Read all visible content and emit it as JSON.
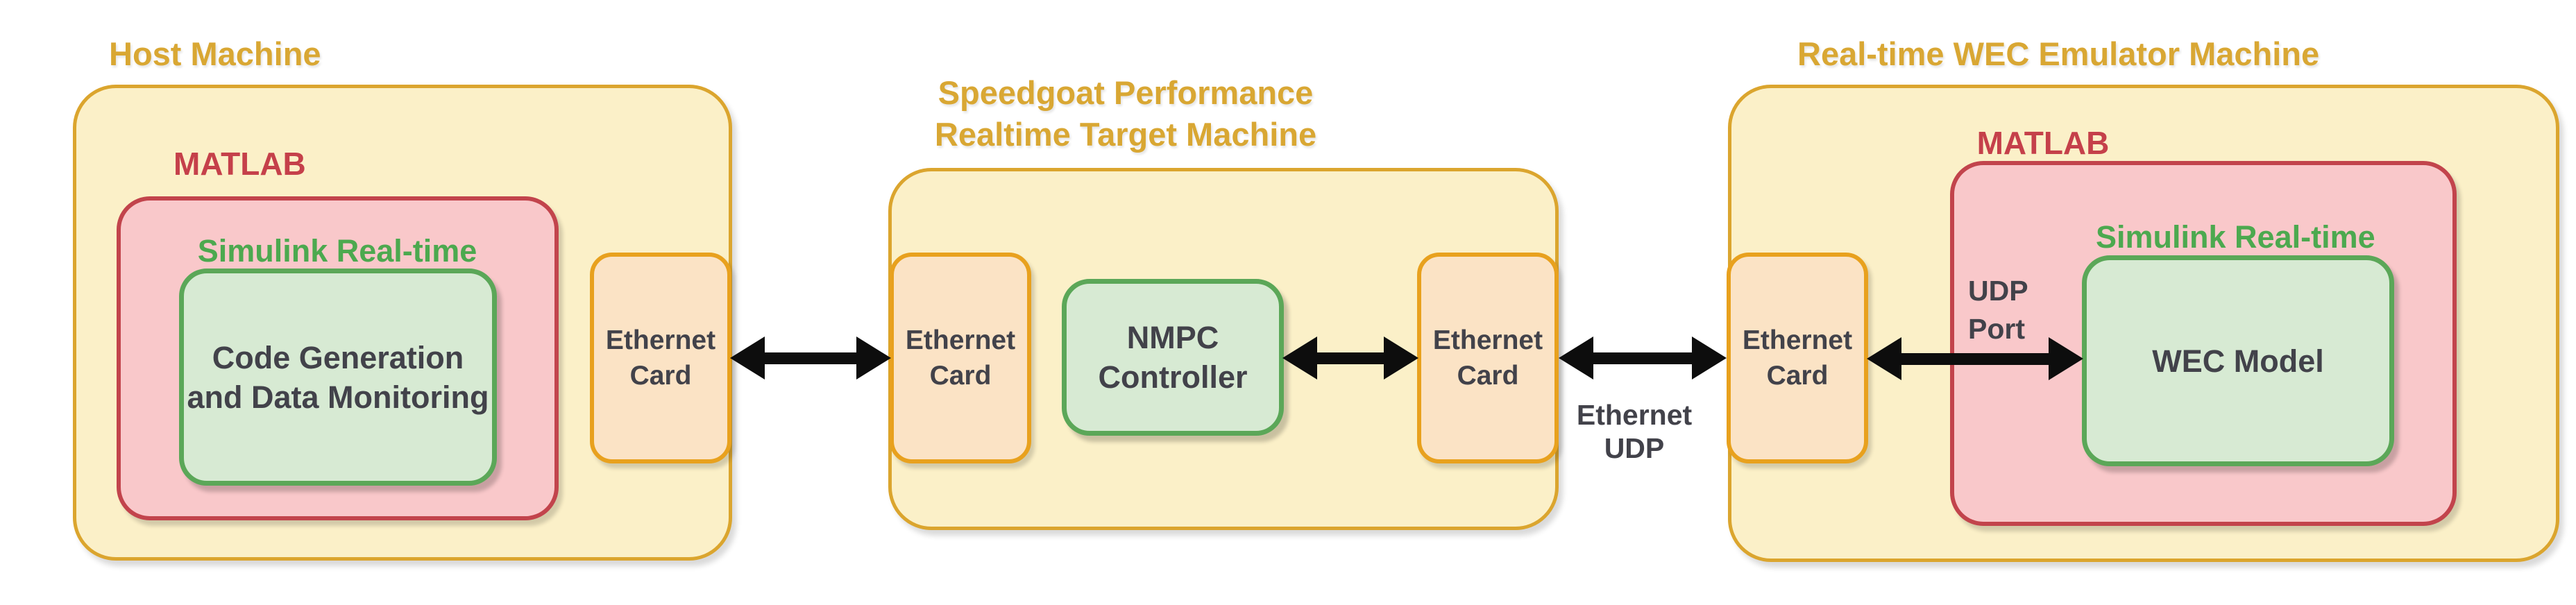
{
  "colors": {
    "page_bg": "#FFFFFF",
    "machine_fill": "#FBF0C8",
    "machine_border": "#DBA52E",
    "title_text": "#D9A733",
    "matlab_text": "#C5404A",
    "matlab_fill": "#F9C8CA",
    "matlab_border": "#C2444C",
    "simulink_text": "#4CA94F",
    "simulink_fill": "#D7EAD3",
    "simulink_border": "#5BA758",
    "card_fill": "#FBE3C5",
    "card_border": "#E8A11E",
    "label_text": "#42424A",
    "arrow_color": "#0D0D0D"
  },
  "host": {
    "title": "Host Machine",
    "matlab_label": "MATLAB",
    "simulink_label": "Simulink Real-time",
    "code_box": {
      "line1": "Code Generation",
      "line2": "and Data Monitoring"
    },
    "ethernet_card": {
      "line1": "Ethernet",
      "line2": "Card"
    }
  },
  "speedgoat": {
    "title_line1": "Speedgoat Performance",
    "title_line2": "Realtime Target Machine",
    "ethernet_card_left": {
      "line1": "Ethernet",
      "line2": "Card"
    },
    "controller": {
      "line1": "NMPC",
      "line2": "Controller"
    },
    "ethernet_card_right": {
      "line1": "Ethernet",
      "line2": "Card"
    }
  },
  "wec": {
    "title": "Real-time WEC Emulator Machine",
    "matlab_label": "MATLAB",
    "simulink_label": "Simulink Real-time",
    "udp_port": {
      "line1": "UDP",
      "line2": "Port"
    },
    "model_label": "WEC Model",
    "ethernet_card": {
      "line1": "Ethernet",
      "line2": "Card"
    }
  },
  "links": {
    "ethernet_udp": {
      "line1": "Ethernet",
      "line2": "UDP"
    }
  }
}
